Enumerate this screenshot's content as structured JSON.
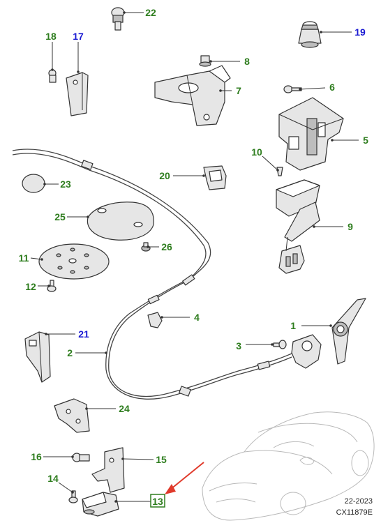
{
  "colors": {
    "callout_green": "#2e7d1e",
    "callout_blue": "#1a1ad2",
    "highlight_arrow": "#e03a2b",
    "part_fill": "#e6e6e6",
    "part_stroke": "#333333"
  },
  "callouts": [
    {
      "id": "1",
      "label": "1",
      "color": "green",
      "boxed": false
    },
    {
      "id": "2",
      "label": "2",
      "color": "green",
      "boxed": false
    },
    {
      "id": "3",
      "label": "3",
      "color": "green",
      "boxed": false
    },
    {
      "id": "4",
      "label": "4",
      "color": "green",
      "boxed": false
    },
    {
      "id": "5",
      "label": "5",
      "color": "green",
      "boxed": false
    },
    {
      "id": "6",
      "label": "6",
      "color": "green",
      "boxed": false
    },
    {
      "id": "7",
      "label": "7",
      "color": "green",
      "boxed": false
    },
    {
      "id": "8",
      "label": "8",
      "color": "green",
      "boxed": false
    },
    {
      "id": "9",
      "label": "9",
      "color": "green",
      "boxed": false
    },
    {
      "id": "10",
      "label": "10",
      "color": "green",
      "boxed": false
    },
    {
      "id": "11",
      "label": "11",
      "color": "green",
      "boxed": false
    },
    {
      "id": "12",
      "label": "12",
      "color": "green",
      "boxed": false
    },
    {
      "id": "13",
      "label": "13",
      "color": "green",
      "boxed": true
    },
    {
      "id": "14",
      "label": "14",
      "color": "green",
      "boxed": false
    },
    {
      "id": "15",
      "label": "15",
      "color": "green",
      "boxed": false
    },
    {
      "id": "16",
      "label": "16",
      "color": "green",
      "boxed": false
    },
    {
      "id": "17",
      "label": "17",
      "color": "blue",
      "boxed": false
    },
    {
      "id": "18",
      "label": "18",
      "color": "green",
      "boxed": false
    },
    {
      "id": "19",
      "label": "19",
      "color": "blue",
      "boxed": false
    },
    {
      "id": "20",
      "label": "20",
      "color": "green",
      "boxed": false
    },
    {
      "id": "21",
      "label": "21",
      "color": "blue",
      "boxed": false
    },
    {
      "id": "22",
      "label": "22",
      "color": "green",
      "boxed": false
    },
    {
      "id": "23",
      "label": "23",
      "color": "green",
      "boxed": false
    },
    {
      "id": "24",
      "label": "24",
      "color": "green",
      "boxed": false
    },
    {
      "id": "25",
      "label": "25",
      "color": "green",
      "boxed": false
    },
    {
      "id": "26",
      "label": "26",
      "color": "green",
      "boxed": false
    }
  ],
  "footer": {
    "date": "22-2023",
    "code": "CX11879E"
  }
}
